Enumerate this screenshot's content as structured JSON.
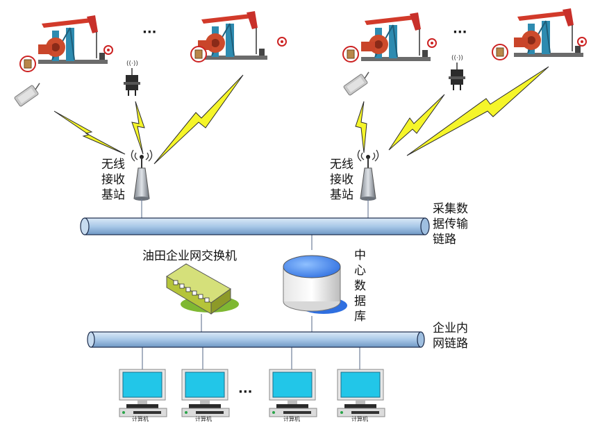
{
  "labels": {
    "base_station_left": "无线\n接收\n基站",
    "base_station_right": "无线\n接收\n基站",
    "collection_link": "采集数\n据传输\n链路",
    "switch": "油田企业网交换机",
    "database": "中\n心\n数\n据\n库",
    "intranet_link": "企业内\n网链路",
    "computer": "计算机",
    "ellipsis": "···"
  },
  "colors": {
    "bus_fill": "#a9c8e8",
    "bus_stroke": "#1a2a4a",
    "lightning": "#f5f52a",
    "db_top": "#4f8ff0",
    "switch_body": "#b5c43a",
    "monitor_screen": "#22c6e8"
  }
}
